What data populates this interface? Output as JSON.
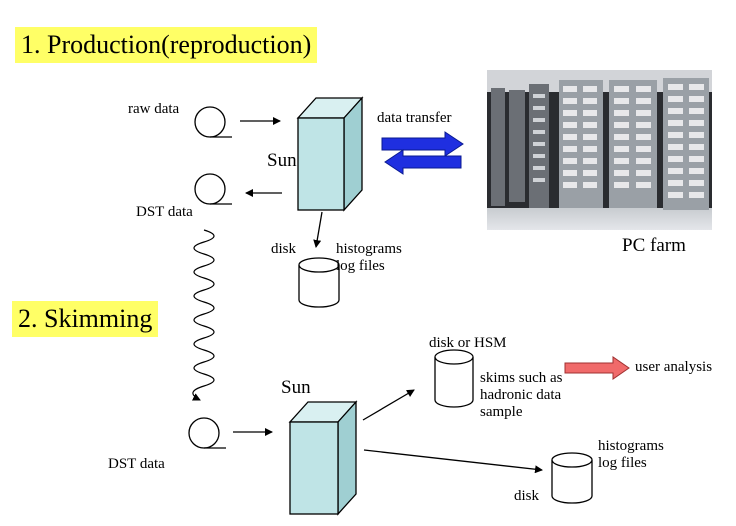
{
  "sections": {
    "production": "1. Production(reproduction)",
    "skimming": "2. Skimming"
  },
  "production": {
    "raw_data": "raw data",
    "dst_data": "DST data",
    "server": "Sun",
    "transfer": "data transfer",
    "disk": "disk",
    "disk_contents": "histograms\nlog files",
    "farm": "PC farm"
  },
  "skimming": {
    "dst_data": "DST data",
    "server": "Sun",
    "disk_hsm": "disk or HSM",
    "skims": "skims such as\nhadronic data\nsample",
    "user_analysis": "user analysis",
    "disk_contents": "histograms\nlog files",
    "disk": "disk"
  },
  "colors": {
    "section_highlight": "#ffff66",
    "server_face": "#bfe4e6",
    "transfer_arrow": "#1f2fe0",
    "user_arrow": "#f06a6a"
  }
}
